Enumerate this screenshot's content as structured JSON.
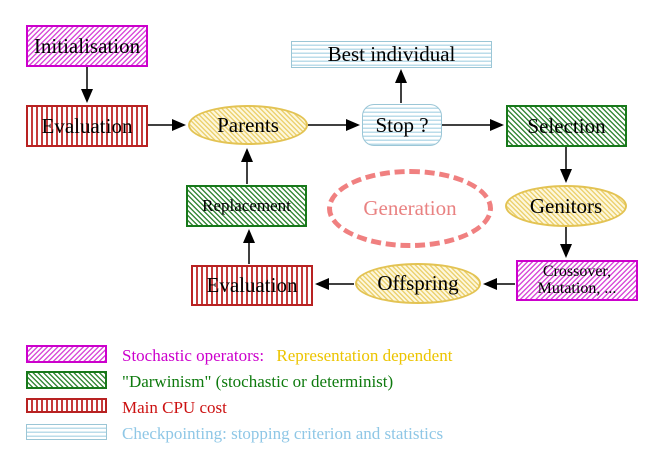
{
  "diagram": {
    "nodes": {
      "initialisation": "Initialisation",
      "evaluation_top": "Evaluation",
      "parents": "Parents",
      "best_individual": "Best individual",
      "stop": "Stop ?",
      "selection": "Selection",
      "genitors": "Genitors",
      "crossover_line1": "Crossover,",
      "crossover_line2": "Mutation, ...",
      "offspring": "Offspring",
      "evaluation_bottom": "Evaluation",
      "replacement": "Replacement",
      "generation": "Generation"
    },
    "legend": {
      "row1": {
        "part1": "Stochastic operators:",
        "part2": "Representation dependent"
      },
      "row2": {
        "text": "\"Darwinism\" (stochastic or determinist)"
      },
      "row3": {
        "text": "Main CPU cost"
      },
      "row4": {
        "text": "Checkpointing: stopping criterion and statistics"
      }
    },
    "colors": {
      "magenta": "#CC00CC",
      "green": "#0E7A0E",
      "red": "#CC1111",
      "gold": "#ECC400",
      "light_blue": "#8FC7E6",
      "salmon": "#F08080",
      "yellow_fill": "#FDF7DC",
      "black": "#000000"
    }
  }
}
